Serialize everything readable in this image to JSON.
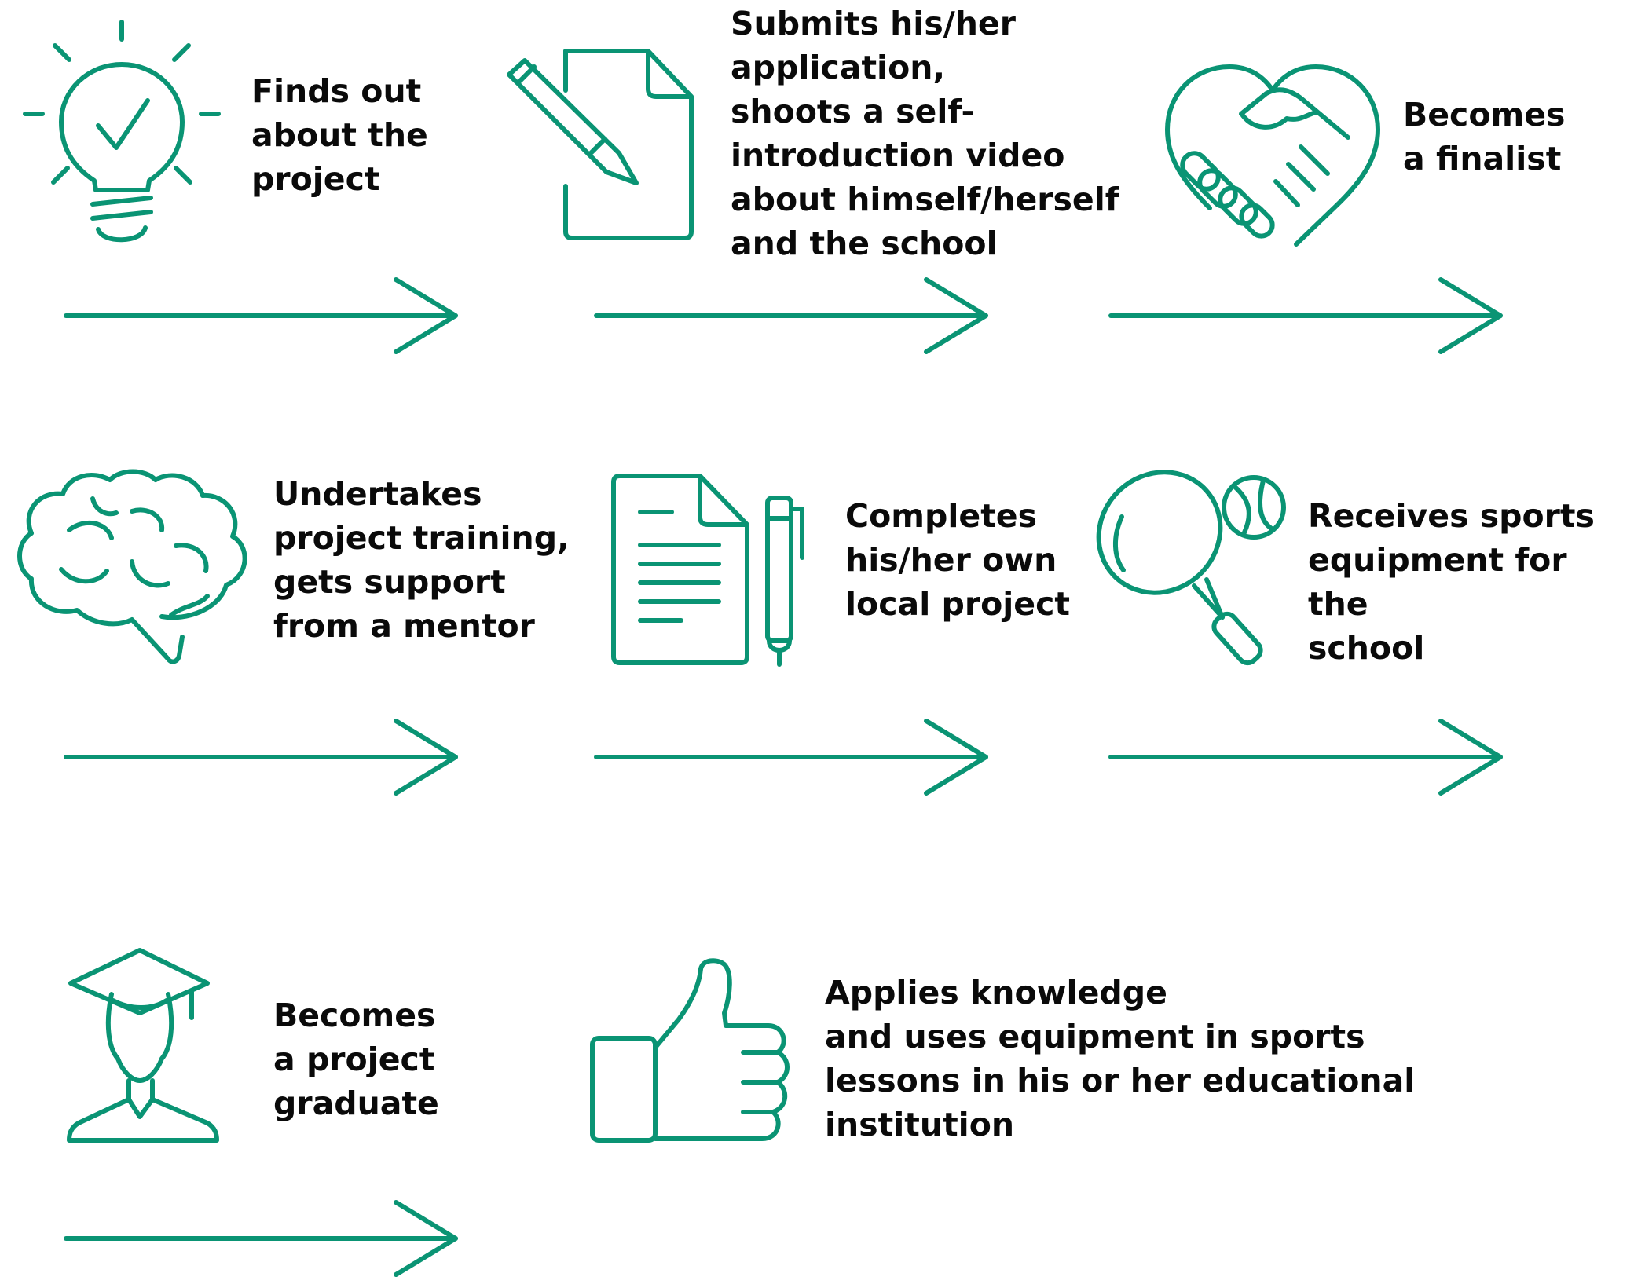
{
  "accent_color": "#0a9474",
  "text_color": "#0a0a0a",
  "steps": [
    {
      "text": "Finds out\nabout the\nproject",
      "icon": "lightbulb-check-icon"
    },
    {
      "text": "Submits his/her\napplication,\nshoots a self-\nintroduction video\nabout himself/herself\nand the school",
      "icon": "document-pencil-icon"
    },
    {
      "text": "Becomes\na finalist",
      "icon": "heart-handshake-icon"
    },
    {
      "text": "Undertakes\nproject training,\ngets support\nfrom a mentor",
      "icon": "brain-icon"
    },
    {
      "text": "Completes\nhis/her own\nlocal project",
      "icon": "document-pen-icon"
    },
    {
      "text": "Receives sports\nequipment for the\nschool",
      "icon": "tennis-racket-ball-icon"
    },
    {
      "text": "Becomes\na project\ngraduate",
      "icon": "graduate-icon"
    },
    {
      "text": "Applies knowledge\nand uses equipment in sports\nlessons in his or her educational\ninstitution",
      "icon": "thumbs-up-icon"
    }
  ],
  "arrows": [
    "right-arrow-icon",
    "right-arrow-icon",
    "right-arrow-icon",
    "right-arrow-icon",
    "right-arrow-icon",
    "right-arrow-icon",
    "right-arrow-icon"
  ]
}
